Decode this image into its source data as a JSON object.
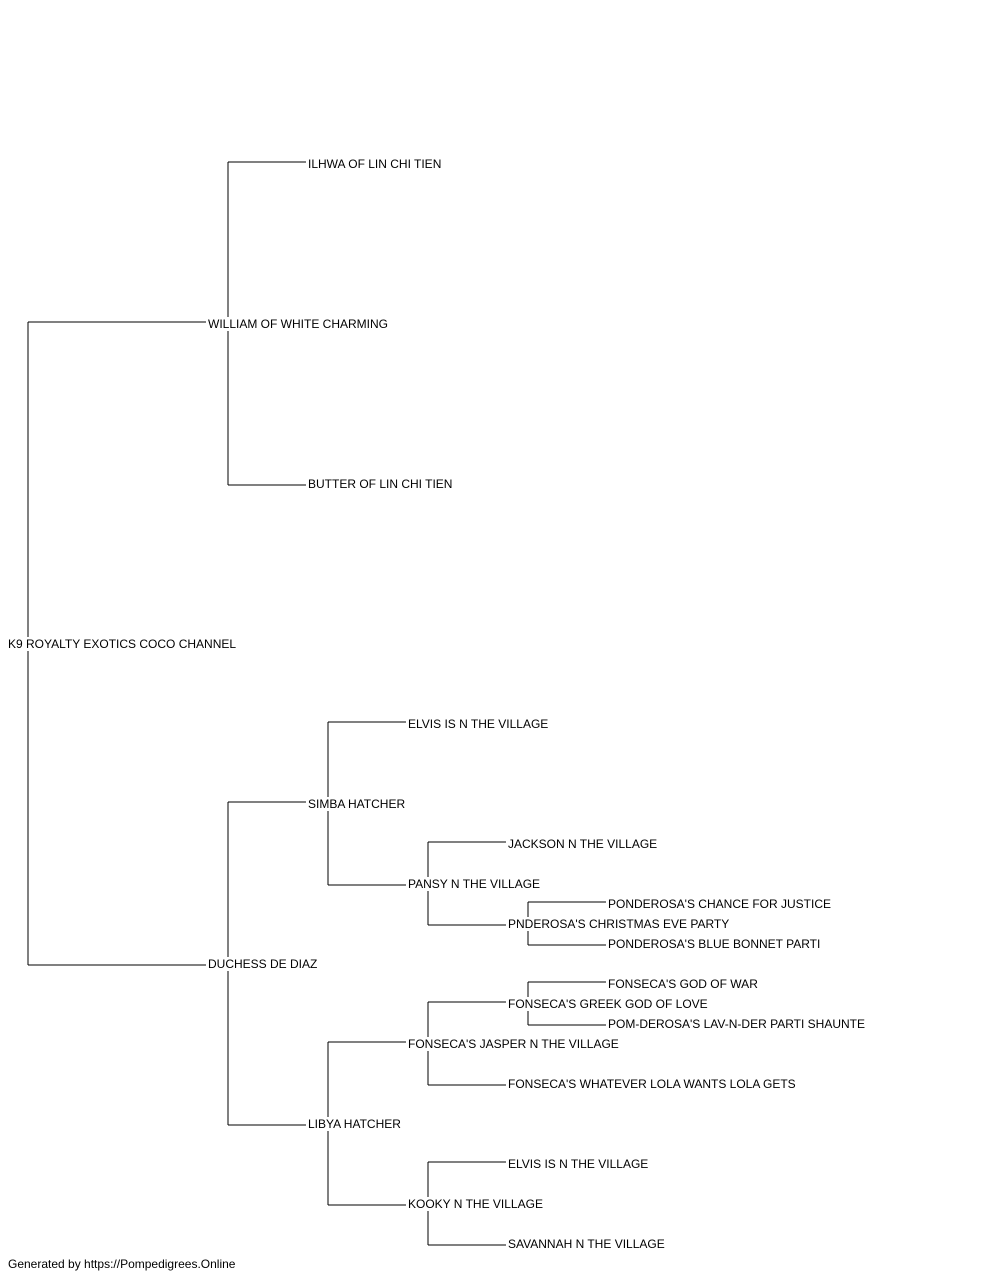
{
  "pedigree": {
    "subject": "K9 ROYALTY EXOTICS COCO CHANNEL",
    "sire": {
      "name": "WILLIAM OF WHITE CHARMING",
      "sire": "ILHWA OF LIN CHI TIEN",
      "dam": "BUTTER OF LIN CHI TIEN"
    },
    "dam": {
      "name": "DUCHESS DE DIAZ",
      "sire": {
        "name": "SIMBA HATCHER",
        "sire": "ELVIS IS N THE VILLAGE",
        "dam": {
          "name": "PANSY N THE VILLAGE",
          "sire": "JACKSON N THE VILLAGE",
          "dam": {
            "name": "PNDEROSA'S CHRISTMAS EVE PARTY",
            "sire": "PONDEROSA'S CHANCE FOR JUSTICE",
            "dam": "PONDEROSA'S BLUE BONNET PARTI"
          }
        }
      },
      "dam": {
        "name": "LIBYA HATCHER",
        "sire": {
          "name": "FONSECA'S JASPER N THE VILLAGE",
          "sire": {
            "name": "FONSECA'S GREEK GOD OF LOVE",
            "sire": "FONSECA'S GOD OF WAR",
            "dam": "POM-DEROSA'S LAV-N-DER PARTI SHAUNTE"
          },
          "dam": "FONSECA'S WHATEVER LOLA WANTS LOLA GETS"
        },
        "dam": {
          "name": "KOOKY N THE VILLAGE",
          "sire": "ELVIS IS N THE VILLAGE",
          "dam": "SAVANNAH N THE VILLAGE"
        }
      }
    }
  },
  "footer": "Generated by https://Pompedigrees.Online"
}
